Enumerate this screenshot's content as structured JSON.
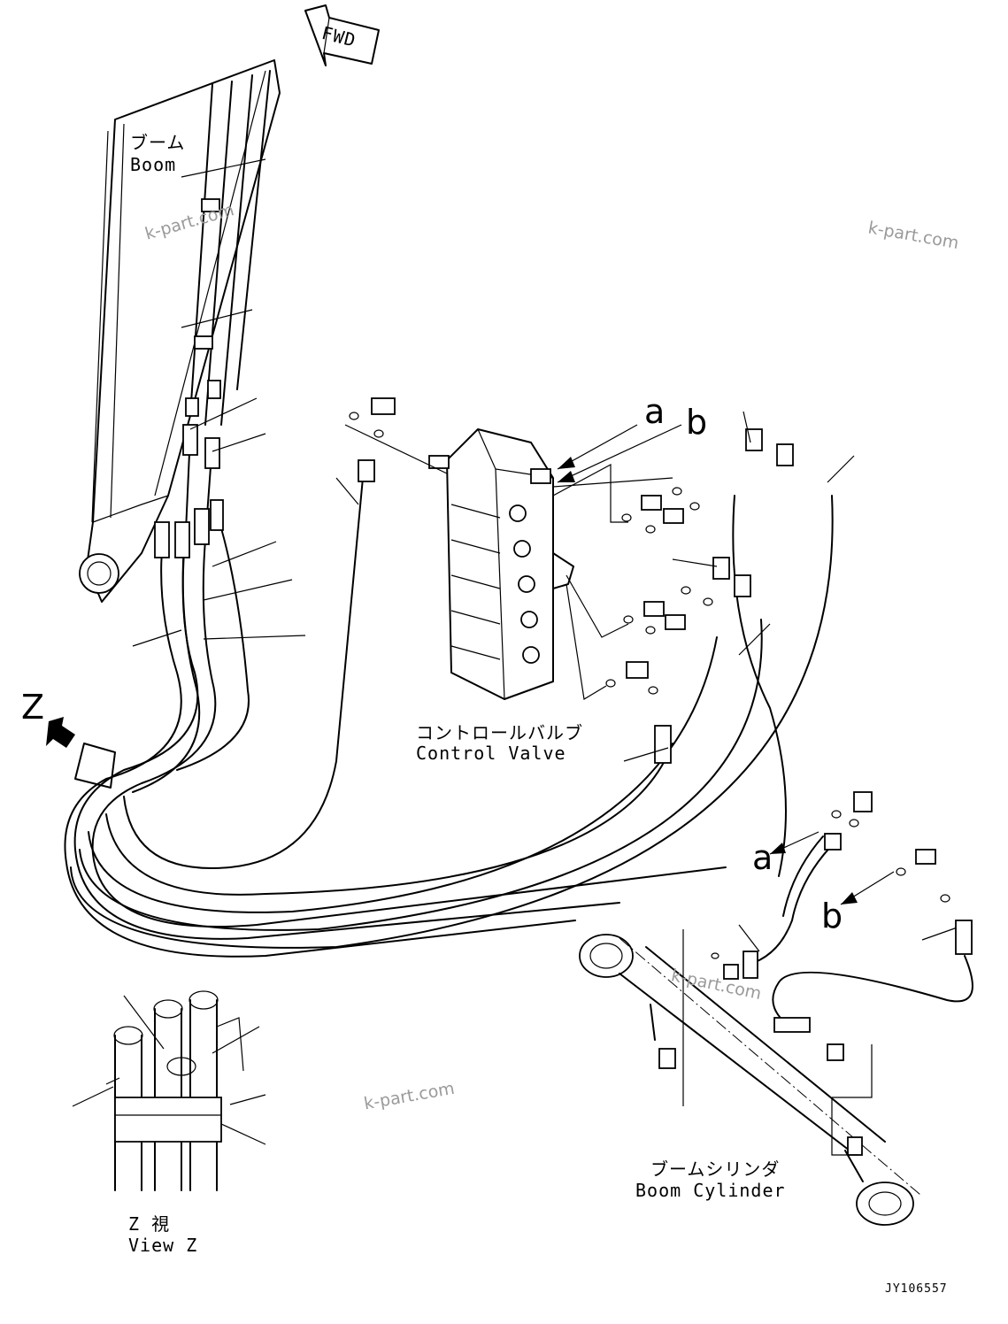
{
  "fwd_label": "FWD",
  "labels": {
    "boom_jp": "ブーム",
    "boom_en": "Boom",
    "control_valve_jp": "コントロールバルブ",
    "control_valve_en": "Control Valve",
    "boom_cylinder_jp": "ブームシリンダ",
    "boom_cylinder_en": "Boom Cylinder",
    "view_z_jp": "Z 視",
    "view_z_en": "View Z"
  },
  "markers": {
    "z": "Z",
    "a": "a",
    "b": "b"
  },
  "watermark": "k-part.com",
  "drawing_code": "JY106557"
}
